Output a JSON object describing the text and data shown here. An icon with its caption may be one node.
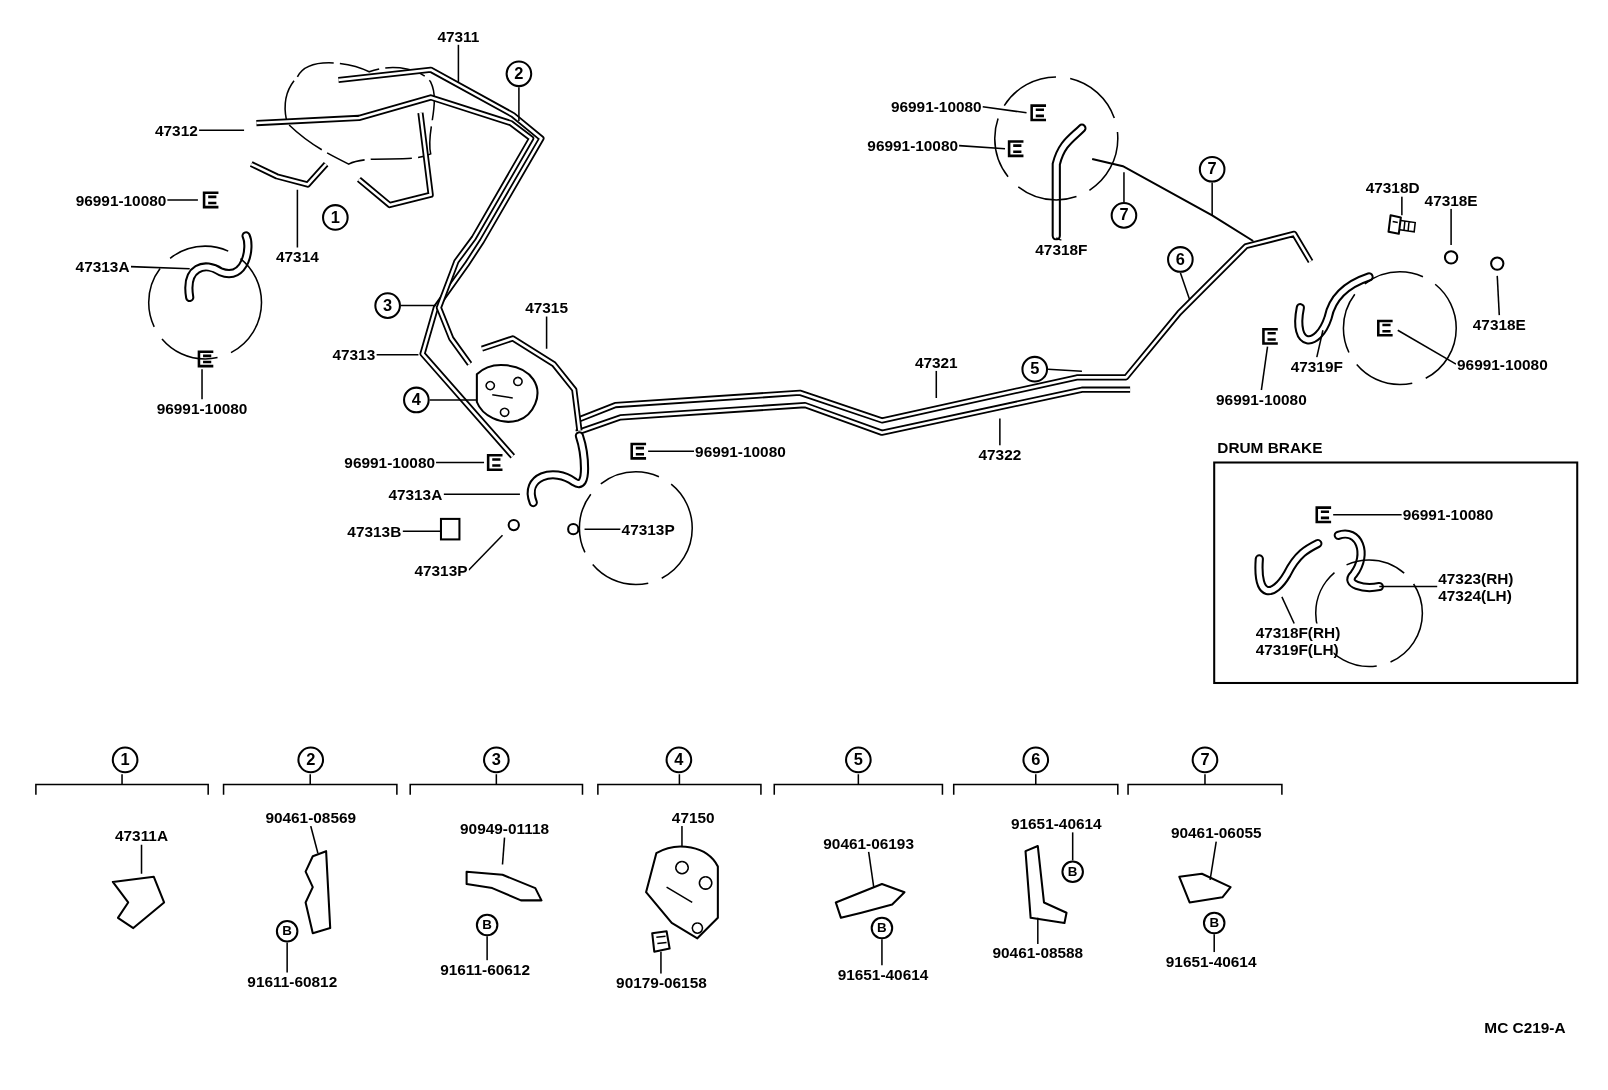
{
  "diagram": {
    "nodes": [
      {
        "text": [
          "47311"
        ]
      },
      {
        "text": [
          "2"
        ]
      },
      {
        "text": [
          "47312"
        ]
      },
      {
        "text": [
          "96991-10080"
        ]
      },
      {
        "text": [
          "47314"
        ]
      },
      {
        "text": [
          "47313A"
        ]
      },
      {
        "text": [
          "96991-10080"
        ]
      },
      {
        "text": [
          "3"
        ]
      },
      {
        "text": [
          "47313"
        ]
      },
      {
        "text": [
          "47315"
        ]
      },
      {
        "text": [
          "4"
        ]
      },
      {
        "text": [
          "96991-10080"
        ]
      },
      {
        "text": [
          "47313A"
        ]
      },
      {
        "text": [
          "47313B"
        ]
      },
      {
        "text": [
          "47313P"
        ]
      },
      {
        "text": [
          "47313P"
        ]
      },
      {
        "text": [
          "96991-10080"
        ]
      },
      {
        "text": [
          "47321"
        ]
      },
      {
        "text": [
          "47322"
        ]
      },
      {
        "text": [
          "5"
        ]
      },
      {
        "text": [
          "96991-10080"
        ]
      },
      {
        "text": [
          "96991-10080"
        ]
      },
      {
        "text": [
          "47318F"
        ]
      },
      {
        "text": [
          "7"
        ]
      },
      {
        "text": [
          "7"
        ]
      },
      {
        "text": [
          "6"
        ]
      },
      {
        "text": [
          "47318D"
        ]
      },
      {
        "text": [
          "47318E"
        ]
      },
      {
        "text": [
          "47318E"
        ]
      },
      {
        "text": [
          "96991-10080"
        ]
      },
      {
        "text": [
          "47319F"
        ]
      },
      {
        "text": [
          "96991-10080"
        ]
      },
      {
        "text": [
          "DRUM BRAKE"
        ]
      },
      {
        "text": [
          "96991-10080"
        ],
        "in": 32
      },
      {
        "text": [
          "47323(RH) 47324(LH)"
        ],
        "in": 32
      },
      {
        "text": [
          "47318F(RH) 47319F(LH)"
        ],
        "in": 32
      },
      {
        "text": [
          "47311A"
        ]
      },
      {
        "text": [
          "90461-08569"
        ]
      },
      {
        "text": [
          "B"
        ]
      },
      {
        "text": [
          "91611-60812"
        ]
      },
      {
        "text": [
          "90949-01118"
        ]
      },
      {
        "text": [
          "B"
        ]
      },
      {
        "text": [
          "91611-60612"
        ]
      },
      {
        "text": [
          "47150"
        ]
      },
      {
        "text": [
          "90179-06158"
        ]
      },
      {
        "text": [
          "90461-06193"
        ]
      },
      {
        "text": [
          "B"
        ]
      },
      {
        "text": [
          "91651-40614"
        ]
      },
      {
        "text": [
          "91651-40614"
        ]
      },
      {
        "text": [
          "B"
        ]
      },
      {
        "text": [
          "90461-08588"
        ]
      },
      {
        "text": [
          "90461-06055"
        ]
      },
      {
        "text": [
          "B"
        ]
      },
      {
        "text": [
          "91651-40614"
        ]
      },
      {
        "text": [
          "1"
        ]
      },
      {
        "text": [
          "1"
        ]
      },
      {
        "text": [
          "2"
        ]
      },
      {
        "text": [
          "3"
        ]
      },
      {
        "text": [
          "4"
        ]
      },
      {
        "text": [
          "5"
        ]
      },
      {
        "text": [
          "6"
        ]
      },
      {
        "text": [
          "7"
        ]
      },
      {
        "text": [],
        "shape": "picture"
      },
      {
        "text": [],
        "shape": "box"
      },
      {
        "text": [],
        "shape": "picture"
      },
      {
        "text": [],
        "shape": "picture"
      },
      {
        "text": [],
        "shape": "picture"
      }
    ],
    "edges": [
      {
        "from": 0,
        "to": null,
        "arrow": "none"
      },
      {
        "from": 1,
        "to": null,
        "arrow": "none"
      },
      {
        "from": 2,
        "to": null,
        "arrow": "none"
      },
      {
        "from": 3,
        "to": null,
        "arrow": "none"
      },
      {
        "from": 4,
        "to": null,
        "arrow": "none"
      },
      {
        "from": 5,
        "to": null,
        "arrow": "none"
      },
      {
        "from": 6,
        "to": null,
        "arrow": "none"
      },
      {
        "from": 7,
        "to": null,
        "arrow": "none"
      },
      {
        "from": 8,
        "to": null,
        "arrow": "none"
      },
      {
        "from": 9,
        "to": null,
        "arrow": "none"
      },
      {
        "from": 10,
        "to": 62,
        "arrow": "none"
      },
      {
        "from": 11,
        "to": null,
        "arrow": "none"
      },
      {
        "from": 12,
        "to": null,
        "arrow": "none"
      },
      {
        "from": 13,
        "to": 63,
        "arrow": "none"
      },
      {
        "from": 14,
        "to": null,
        "arrow": "none"
      },
      {
        "from": 15,
        "to": null,
        "arrow": "none"
      },
      {
        "from": 16,
        "to": null,
        "arrow": "none"
      },
      {
        "from": 17,
        "to": null,
        "arrow": "none"
      },
      {
        "from": 18,
        "to": null,
        "arrow": "none"
      },
      {
        "from": 19,
        "to": null,
        "arrow": "none"
      },
      {
        "from": 20,
        "to": null,
        "arrow": "none"
      },
      {
        "from": 21,
        "to": null,
        "arrow": "none"
      },
      {
        "from": 22,
        "to": null,
        "arrow": "none"
      },
      {
        "from": 23,
        "to": null,
        "arrow": "none"
      },
      {
        "from": 24,
        "to": null,
        "arrow": "none"
      },
      {
        "from": 25,
        "to": null,
        "arrow": "none"
      },
      {
        "from": 26,
        "to": 64,
        "arrow": "none"
      },
      {
        "from": 27,
        "to": null,
        "arrow": "none"
      },
      {
        "from": 28,
        "to": null,
        "arrow": "none"
      },
      {
        "from": 29,
        "to": null,
        "arrow": "none"
      },
      {
        "from": 30,
        "to": null,
        "arrow": "none"
      },
      {
        "from": 31,
        "to": null,
        "arrow": "none"
      },
      {
        "from": 33,
        "to": null,
        "arrow": "none"
      },
      {
        "from": 34,
        "to": null,
        "arrow": "none"
      },
      {
        "from": 35,
        "to": null,
        "arrow": "none"
      },
      {
        "from": 36,
        "to": null,
        "arrow": "none"
      },
      {
        "from": 37,
        "to": null,
        "arrow": "none"
      },
      {
        "from": 39,
        "to": 38,
        "arrow": "none"
      },
      {
        "from": 40,
        "to": null,
        "arrow": "none"
      },
      {
        "from": 42,
        "to": 41,
        "arrow": "none"
      },
      {
        "from": 43,
        "to": 65,
        "arrow": "none"
      },
      {
        "from": 44,
        "to": 66,
        "arrow": "none"
      },
      {
        "from": 45,
        "to": null,
        "arrow": "none"
      },
      {
        "from": 47,
        "to": 46,
        "arrow": "none"
      },
      {
        "from": 48,
        "to": 49,
        "arrow": "none"
      },
      {
        "from": 50,
        "to": null,
        "arrow": "none"
      },
      {
        "from": 51,
        "to": null,
        "arrow": "none"
      },
      {
        "from": 53,
        "to": 52,
        "arrow": "none"
      }
    ],
    "labels": [
      "MC C219-A"
    ]
  }
}
